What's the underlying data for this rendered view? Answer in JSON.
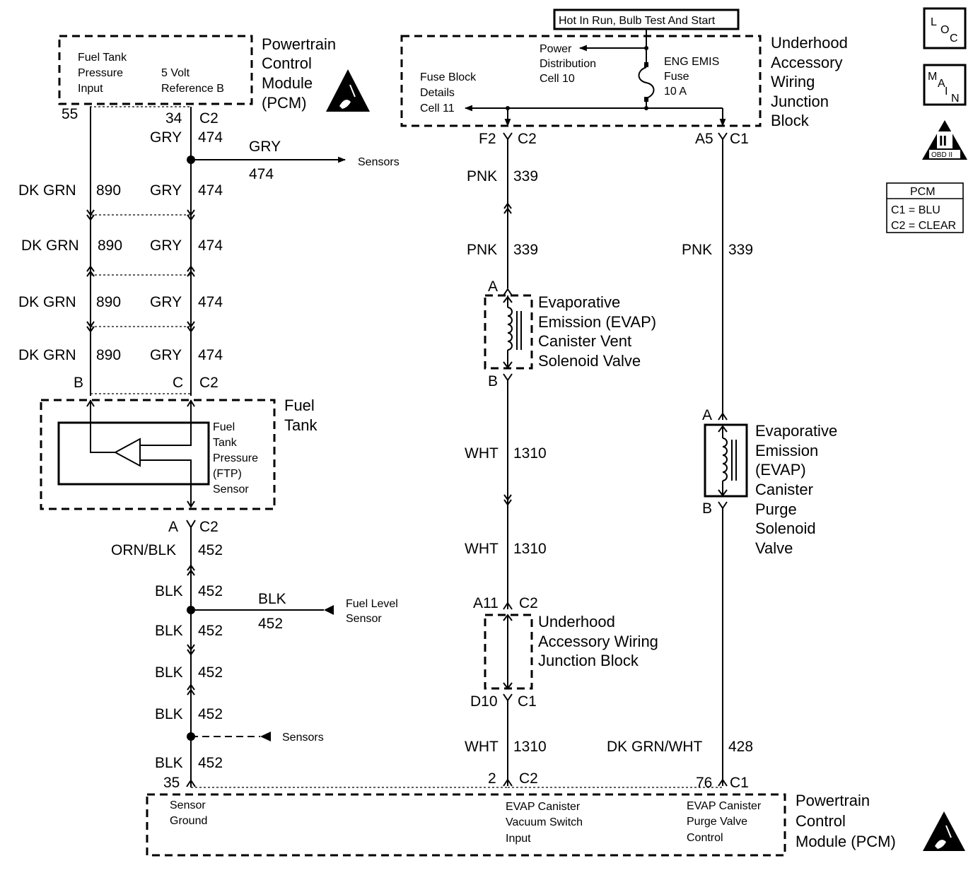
{
  "header": {
    "hot_in_run": "Hot In Run, Bulb Test And Start"
  },
  "symbols": {
    "loc": [
      "L",
      "O",
      "C"
    ],
    "main": [
      "M",
      "A",
      "I",
      "N"
    ],
    "obd_roman": "II",
    "obd_text": "OBD II",
    "pcm_table": {
      "title": "PCM",
      "rows": [
        "C1 = BLU",
        "C2 = CLEAR"
      ]
    }
  },
  "pcm_top": {
    "title": [
      "Powertrain",
      "Control",
      "Module",
      "(PCM)"
    ],
    "input1": [
      "Fuel Tank",
      "Pressure",
      "Input"
    ],
    "input2": [
      "5 Volt",
      "Reference B"
    ],
    "pin_55": "55",
    "pin_34": "34",
    "conn_c2": "C2"
  },
  "uajb_top": {
    "title": [
      "Underhood",
      "Accessory",
      "Wiring",
      "Junction",
      "Block"
    ],
    "power_dist": [
      "Power",
      "Distribution",
      "Cell 10"
    ],
    "fuse": [
      "ENG EMIS",
      "Fuse",
      "10 A"
    ],
    "fuse_block": [
      "Fuse Block",
      "Details",
      "Cell 11"
    ],
    "pin_f2": "F2",
    "pin_a5": "A5",
    "conn_c2": "C2",
    "conn_c1": "C1"
  },
  "wires_left": {
    "grn_color": "DK GRN",
    "grn_circuit": "890",
    "gry_color": "GRY",
    "gry_circuit": "474",
    "branch_color": "GRY",
    "branch_circuit": "474",
    "branch_dest": "Sensors"
  },
  "fuel_tank": {
    "title": [
      "Fuel",
      "Tank"
    ],
    "sensor": [
      "Fuel",
      "Tank",
      "Pressure",
      "(FTP)",
      "Sensor"
    ],
    "pin_b": "B",
    "pin_c": "C",
    "pin_a": "A",
    "conn_c2": "C2"
  },
  "ground_wires": {
    "orn_color": "ORN/BLK",
    "orn_circuit": "452",
    "blk_color": "BLK",
    "blk_circuit": "452",
    "fuel_level_color": "BLK",
    "fuel_level_circuit": "452",
    "fuel_level": [
      "Fuel Level",
      "Sensor"
    ],
    "sensors": "Sensors"
  },
  "vent_circuit": {
    "pnk_color": "PNK",
    "pnk_circuit": "339",
    "valve": [
      "Evaporative",
      "Emission (EVAP)",
      "Canister Vent",
      "Solenoid Valve"
    ],
    "pin_a": "A",
    "pin_b": "B",
    "wht_color": "WHT",
    "wht_circuit": "1310",
    "pin_a11": "A11",
    "pin_d10": "D10",
    "conn_c2": "C2",
    "conn_c1": "C1",
    "uajb": [
      "Underhood",
      "Accessory Wiring",
      "Junction Block"
    ]
  },
  "purge_circuit": {
    "pnk_color": "PNK",
    "pnk_circuit": "339",
    "valve": [
      "Evaporative",
      "Emission",
      "(EVAP)",
      "Canister",
      "Purge",
      "Solenoid",
      "Valve"
    ],
    "pin_a": "A",
    "pin_b": "B",
    "out_color": "DK GRN/WHT",
    "out_circuit": "428"
  },
  "pcm_bottom": {
    "title": [
      "Powertrain",
      "Control",
      "Module (PCM)"
    ],
    "input1": [
      "Sensor",
      "Ground"
    ],
    "input2": [
      "EVAP Canister",
      "Vacuum Switch",
      "Input"
    ],
    "input3": [
      "EVAP Canister",
      "Purge Valve",
      "Control"
    ],
    "pin_35": "35",
    "pin_2": "2",
    "pin_76": "76",
    "conn_c2": "C2",
    "conn_c1": "C1"
  }
}
